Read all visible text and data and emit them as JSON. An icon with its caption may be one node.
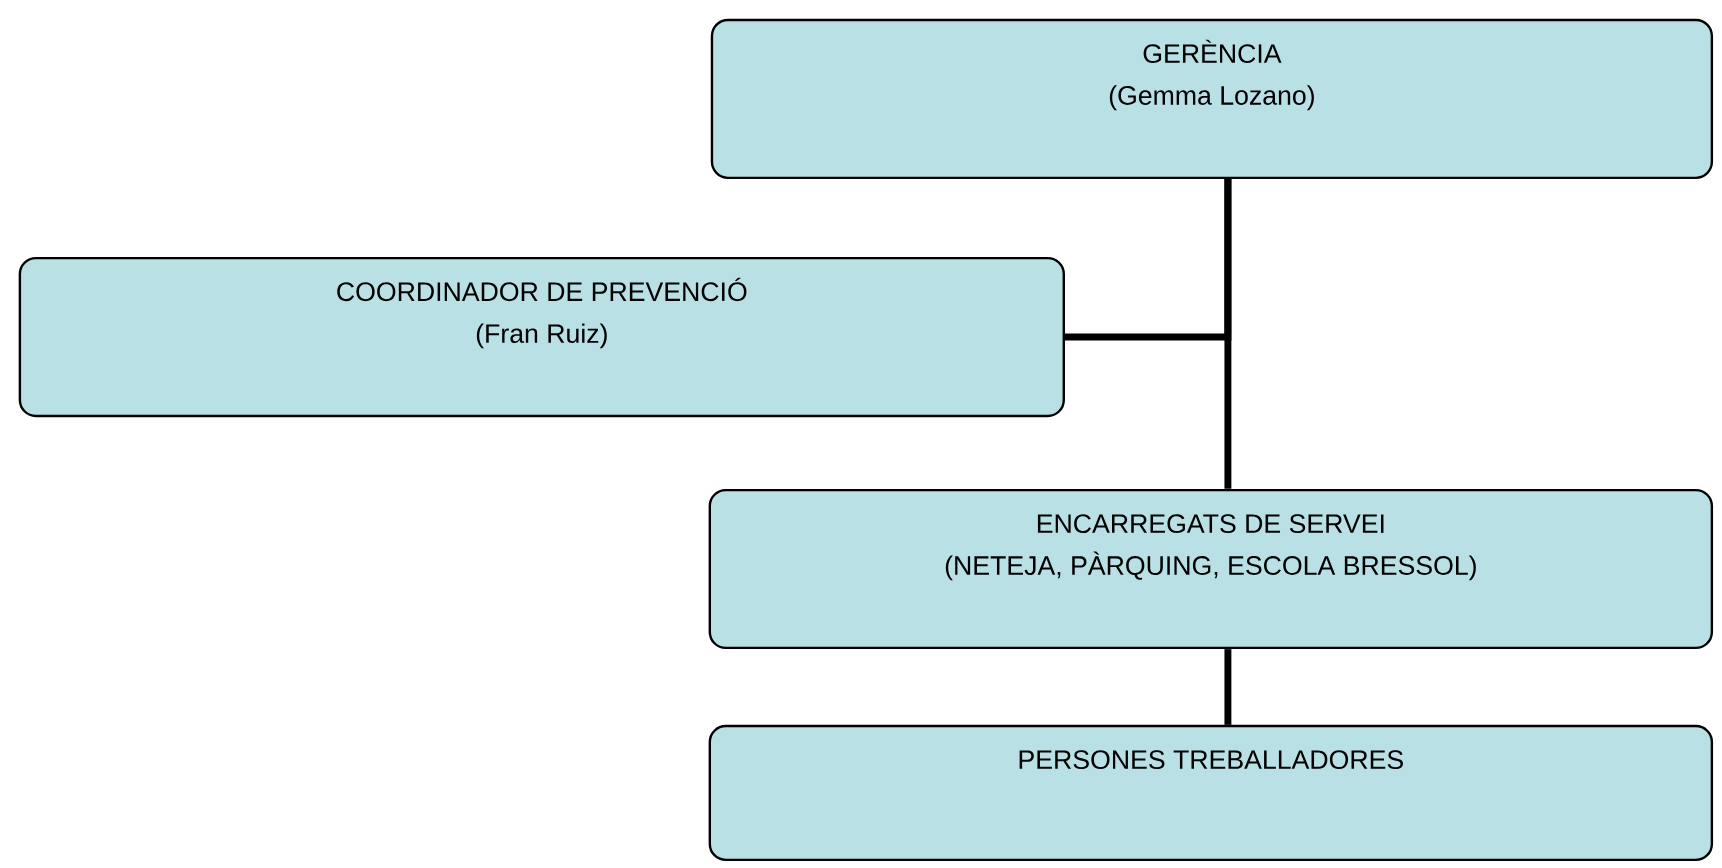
{
  "diagram": {
    "nodes": [
      {
        "text": [
          "GERÈNCIA",
          "(Gemma Lozano)"
        ]
      },
      {
        "text": [
          "COORDINADOR DE PREVENCIÓ",
          "(Fran Ruiz)"
        ]
      },
      {
        "text": [
          "ENCARREGATS DE SERVEI",
          "(NETEJA, PÀRQUING, ESCOLA BRESSOL)"
        ]
      },
      {
        "text": [
          "PERSONES TREBALLADORES"
        ]
      }
    ],
    "edges": [
      {
        "from": 0,
        "to": 1,
        "arrow": "none"
      },
      {
        "from": 0,
        "to": 2,
        "arrow": "none"
      },
      {
        "from": 2,
        "to": 3,
        "arrow": "none"
      }
    ]
  }
}
